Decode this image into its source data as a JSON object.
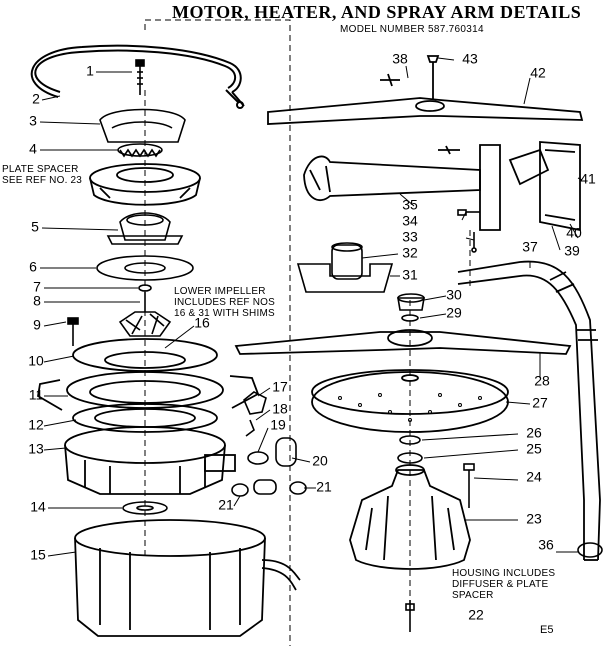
{
  "title": "MOTOR, HEATER, AND SPRAY ARM DETAILS",
  "model_number": "MODEL NUMBER 587.760314",
  "page_code": "E5",
  "notes": {
    "plate_spacer": "PLATE SPACER\nSEE REF NO. 23",
    "lower_impeller": "LOWER IMPELLER\nINCLUDES REF NOS\n16 & 31 WITH SHIMS",
    "housing": "HOUSING INCLUDES\nDIFFUSER & PLATE\nSPACER"
  },
  "callouts": [
    "1",
    "2",
    "3",
    "4",
    "5",
    "6",
    "7",
    "8",
    "9",
    "10",
    "11",
    "12",
    "13",
    "14",
    "15",
    "16",
    "17",
    "18",
    "19",
    "20",
    "21",
    "21",
    "22",
    "23",
    "24",
    "25",
    "26",
    "27",
    "28",
    "29",
    "30",
    "31",
    "32",
    "33",
    "34",
    "35",
    "36",
    "37",
    "38",
    "39",
    "40",
    "41",
    "42",
    "43"
  ]
}
